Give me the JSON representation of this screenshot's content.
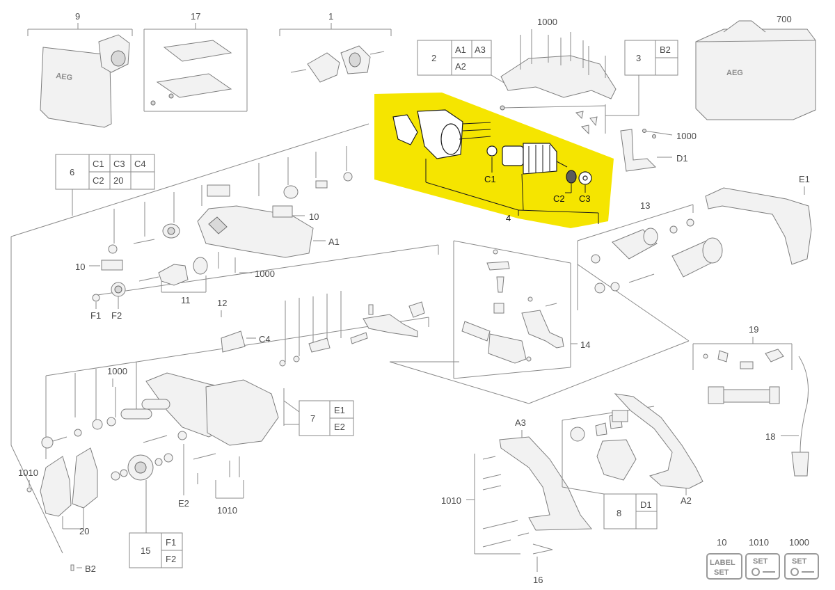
{
  "highlight_color": "#f5e500",
  "labels": {
    "l9": "9",
    "l17": "17",
    "l1": "1",
    "l1000top": "1000",
    "l700": "700",
    "l2": "2",
    "lA1top": "A1",
    "lA3top": "A3",
    "lA2top": "A2",
    "l3": "3",
    "lB2top": "B2",
    "l1000r": "1000",
    "lD1r": "D1",
    "lE1r": "E1",
    "l6": "6",
    "lC1b": "C1",
    "lC3b": "C3",
    "lC4b": "C4",
    "lC2b": "C2",
    "l20b": "20",
    "lC1": "C1",
    "lC2": "C2",
    "lC3": "C3",
    "l4": "4",
    "l10a": "10",
    "lA1": "A1",
    "l10b": "10",
    "l1000m": "1000",
    "lF1": "F1",
    "lF2": "F2",
    "l11": "11",
    "l12": "12",
    "l13": "13",
    "lC4": "C4",
    "l14": "14",
    "l19": "19",
    "l1000l": "1000",
    "l7": "7",
    "lE1": "E1",
    "lE2box": "E2",
    "l1010l": "1010",
    "lE2": "E2",
    "l1010b": "1010",
    "lA3": "A3",
    "l1010m": "1010",
    "l8": "8",
    "lD1": "D1",
    "lA2": "A2",
    "l18": "18",
    "l20": "20",
    "l15": "15",
    "lF1box": "F1",
    "lF2box": "F2",
    "lB2b": "B2",
    "l16": "16",
    "icon10": "10",
    "icon1010": "1010",
    "icon1000": "1000",
    "label_txt": "LABEL",
    "set_txt": "SET",
    "set_txt2": "SET",
    "set_txt3": "SET",
    "aeg": "AEG"
  }
}
